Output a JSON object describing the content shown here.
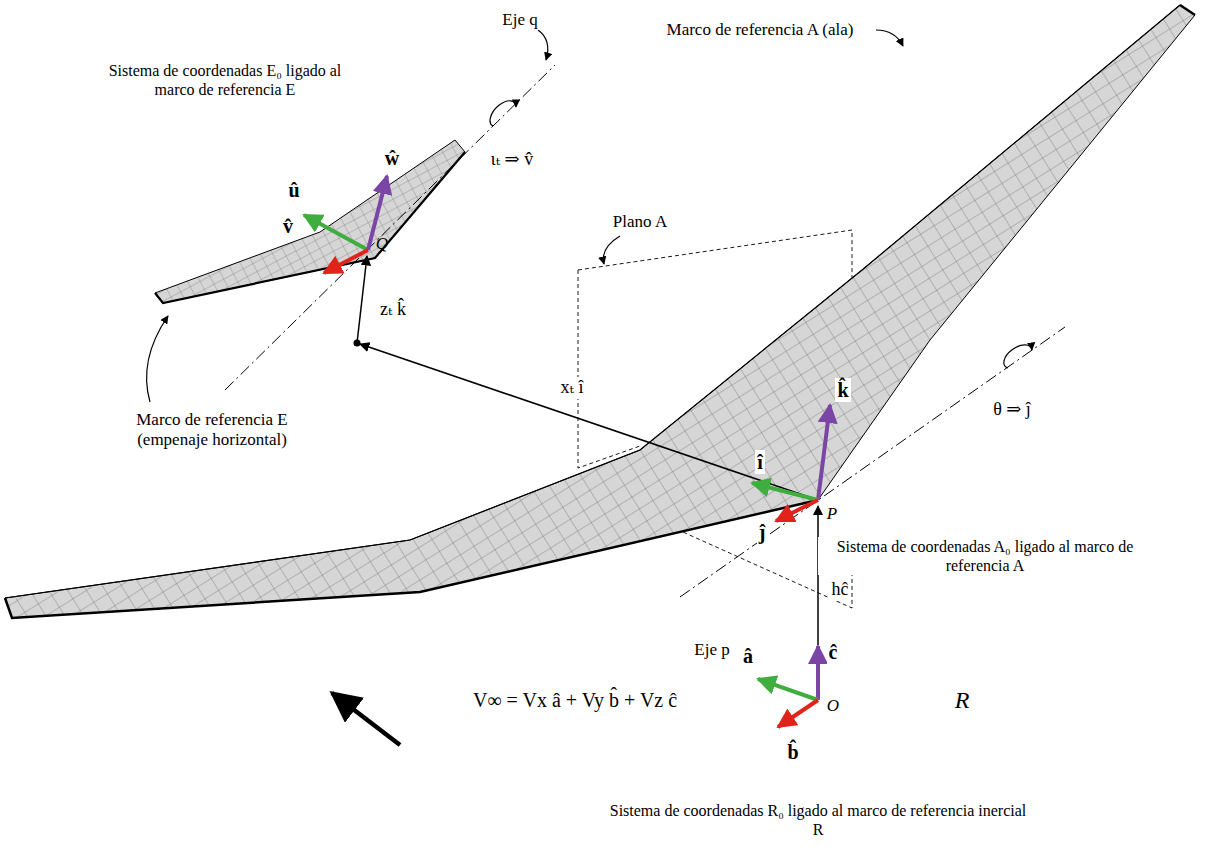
{
  "diagram": {
    "labels": [
      "Eje q",
      "Marco de referencia A (ala)",
      "Sistema de coordenadas E₀ ligado al marco de referencia E",
      "û",
      "ŵ",
      "v̂",
      "Q",
      "ιₜ ⇒ v̂",
      "Plano A",
      "zₜ k̂",
      "xₜ î",
      "Marco de referencia E (empenaje horizontal)",
      "k̂",
      "î",
      "ĵ",
      "P",
      "θ ⇒ ĵ",
      "Sistema de coordenadas A₀ ligado al marco de referencia A",
      "hĉ",
      "ĉ",
      "Eje p",
      "â",
      "V∞ = Vx â + Vy b̂ + Vz ĉ",
      "O",
      "R",
      "b̂",
      "Sistema de coordenadas R₀ ligado al marco de referencia inercial R"
    ]
  }
}
